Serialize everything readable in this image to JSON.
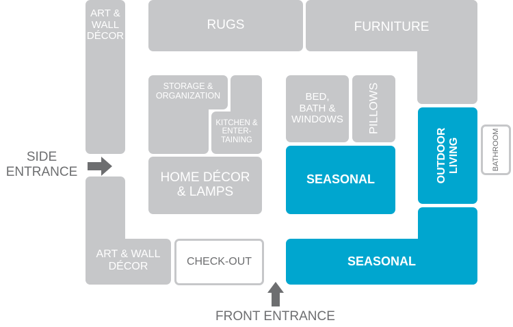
{
  "title": "Store Map",
  "sections": {
    "art_wall_top": "ART &\nWALL\nDÉCOR",
    "rugs": "RUGS",
    "furniture": "FURNITURE",
    "storage": "STORAGE &\nORGANIZATION",
    "kitchen": "KITCHEN &\nENTER-\nTAINING",
    "home_decor": "HOME DÉCOR\n& LAMPS",
    "bed_bath": "BED,\nBATH &\nWINDOWS",
    "pillows": "PILLOWS",
    "seasonal_center": "SEASONAL",
    "outdoor_living": "OUTDOOR\nLIVING",
    "bathroom": "BATHROOM",
    "seasonal_bottom": "SEASONAL",
    "art_wall_bottom": "ART & WALL\nDÉCOR",
    "checkout": "CHECK-OUT"
  },
  "entrances": {
    "side": "SIDE\nENTRANCE",
    "front": "FRONT ENTRANCE"
  },
  "colors": {
    "gray": "#c6c7c9",
    "accent": "#00a6cf",
    "arrow": "#6d6e70"
  }
}
